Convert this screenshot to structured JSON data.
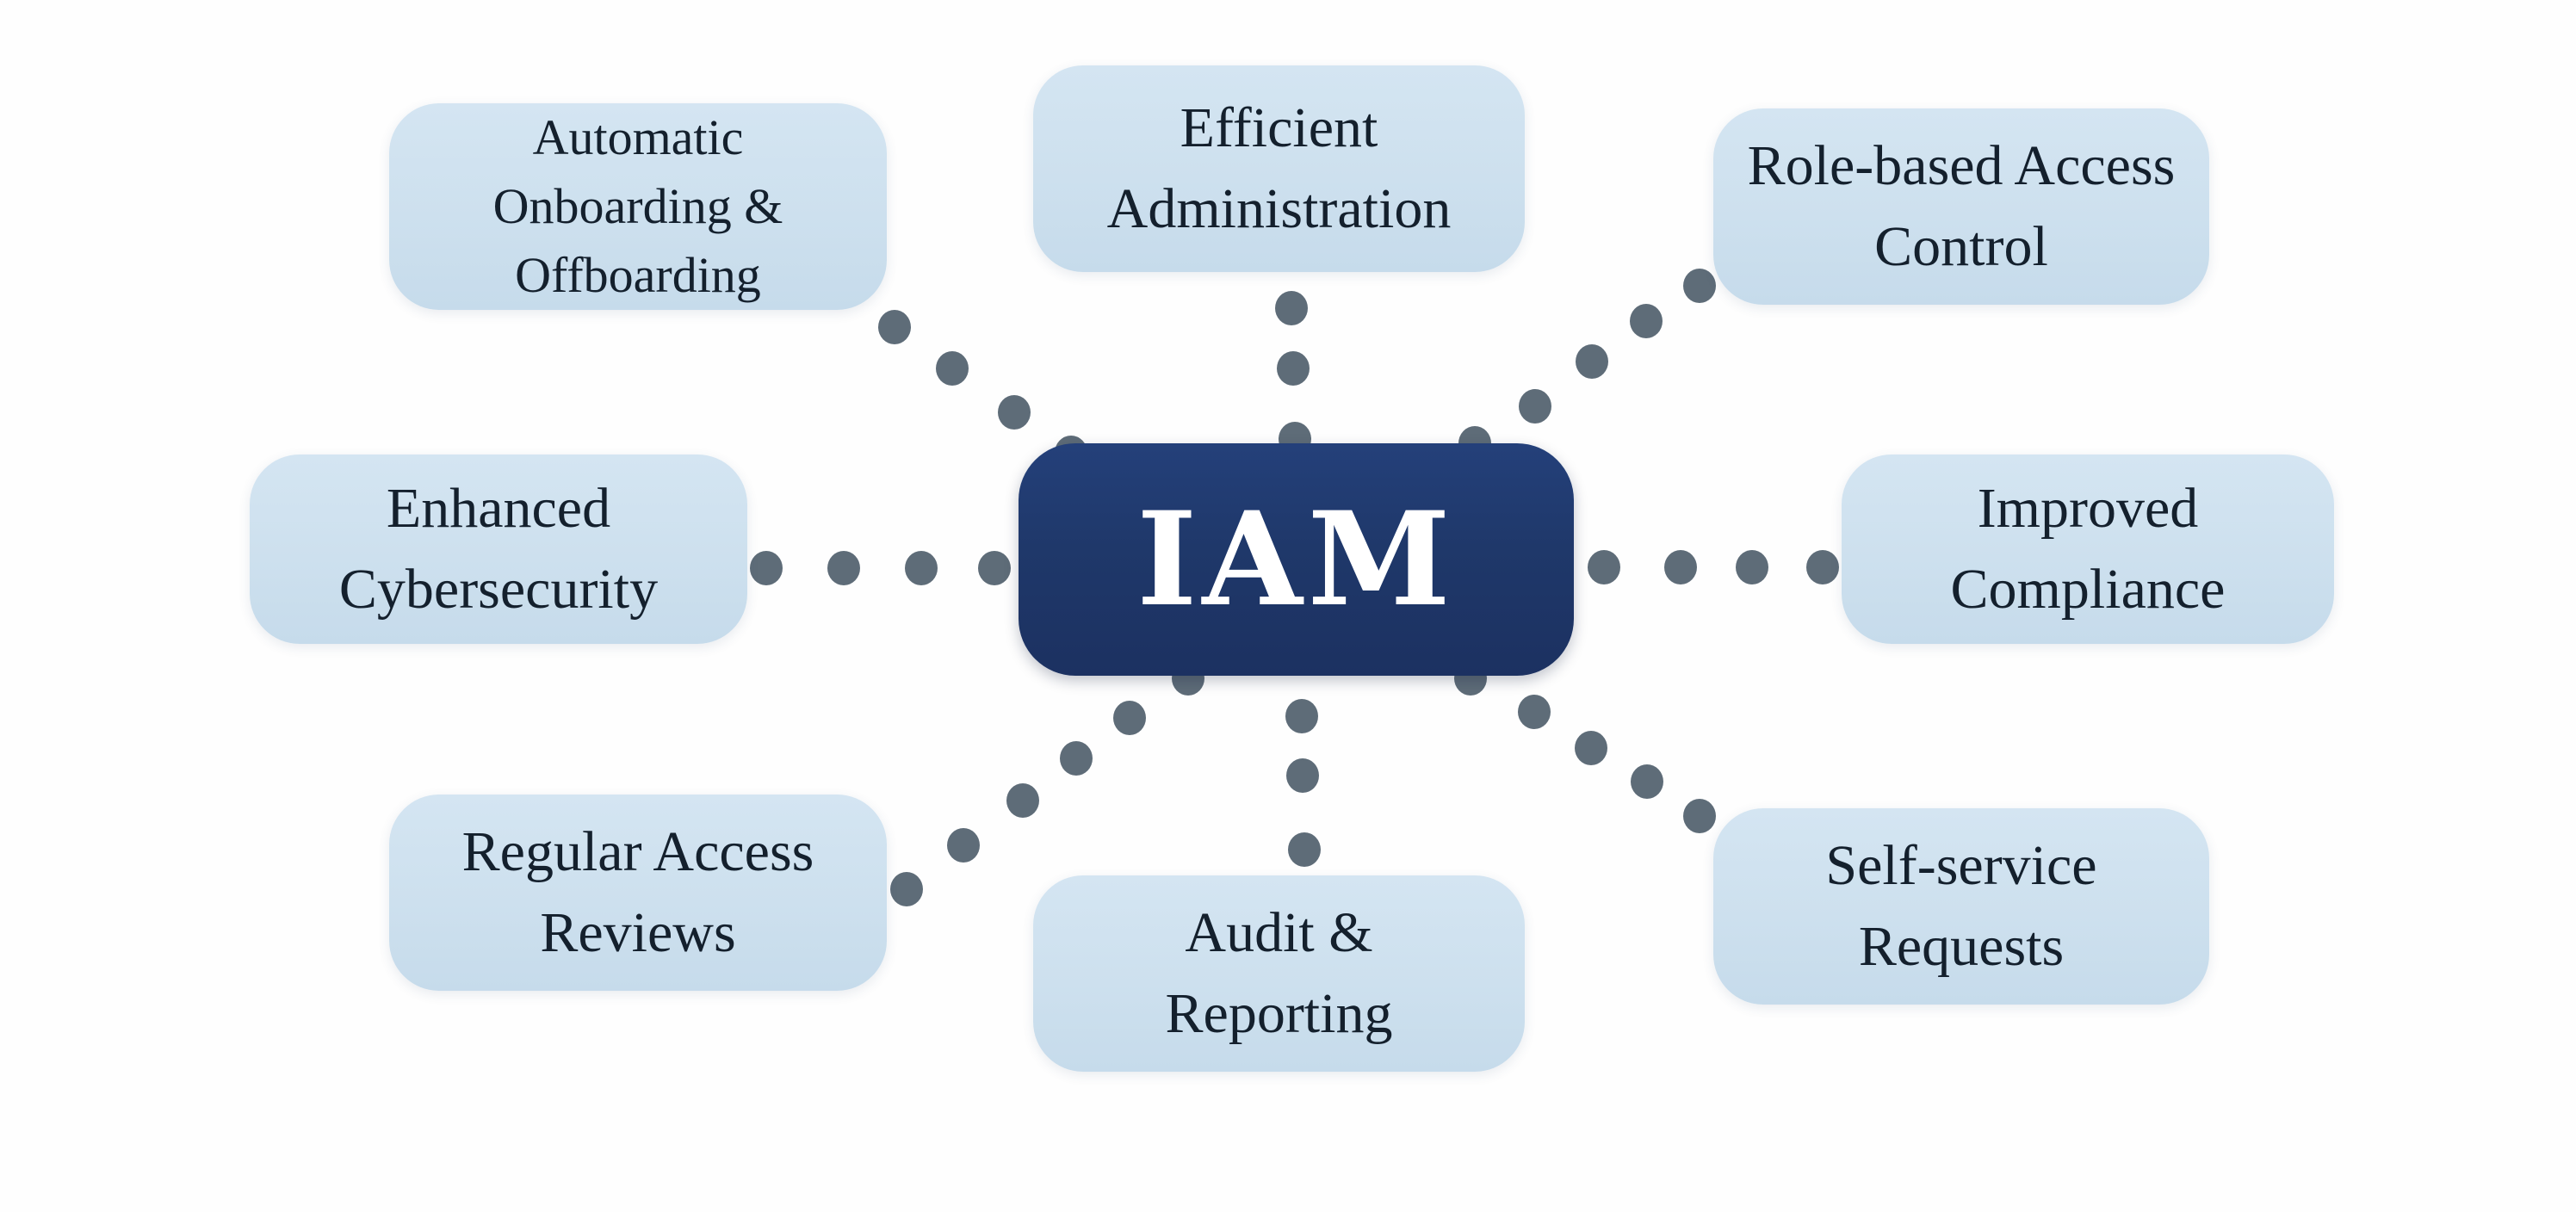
{
  "diagram": {
    "title": "IAM benefits diagram",
    "center": {
      "id": "iam",
      "label": "IAM"
    },
    "nodes": [
      {
        "id": "automatic-onboarding",
        "label": "Automatic\nOnboarding &\nOffboarding"
      },
      {
        "id": "efficient-administration",
        "label": "Efficient\nAdministration"
      },
      {
        "id": "role-based-access-control",
        "label": "Role-based Access\nControl"
      },
      {
        "id": "enhanced-cybersecurity",
        "label": "Enhanced\nCybersecurity"
      },
      {
        "id": "improved-compliance",
        "label": "Improved\nCompliance"
      },
      {
        "id": "regular-access-reviews",
        "label": "Regular Access\nReviews"
      },
      {
        "id": "audit-reporting",
        "label": "Audit &\nReporting"
      },
      {
        "id": "self-service-requests",
        "label": "Self-service\nRequests"
      }
    ],
    "connections": [
      {
        "from": "iam",
        "to": "automatic-onboarding",
        "style": "dotted"
      },
      {
        "from": "iam",
        "to": "efficient-administration",
        "style": "dotted"
      },
      {
        "from": "iam",
        "to": "role-based-access-control",
        "style": "dotted"
      },
      {
        "from": "iam",
        "to": "enhanced-cybersecurity",
        "style": "dotted"
      },
      {
        "from": "iam",
        "to": "improved-compliance",
        "style": "dotted"
      },
      {
        "from": "iam",
        "to": "regular-access-reviews",
        "style": "dotted"
      },
      {
        "from": "iam",
        "to": "audit-reporting",
        "style": "dotted"
      },
      {
        "from": "iam",
        "to": "self-service-requests",
        "style": "dotted"
      }
    ],
    "colors": {
      "background": "#fefefe",
      "node_fill": "#cde0ee",
      "node_text": "#14202d",
      "center_fill": "#1f386a",
      "center_text": "#ffffff",
      "connector_dot": "#5e6c78"
    }
  }
}
